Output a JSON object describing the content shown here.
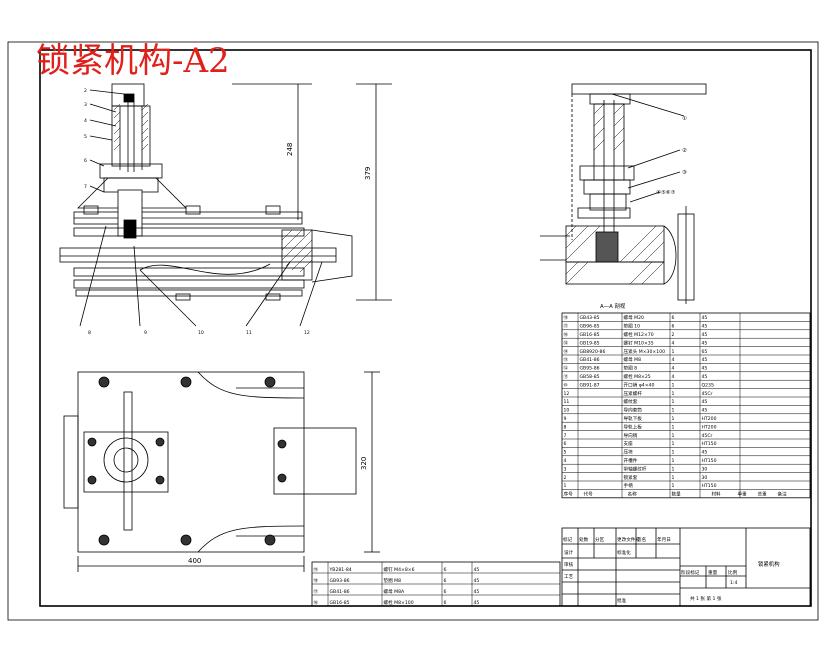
{
  "title": "锁紧机构-A2",
  "dimensions": {
    "d248": "248",
    "d379": "379",
    "d320": "320",
    "d400": "400"
  },
  "leaders_top": [
    "2",
    "3",
    "4",
    "5",
    "6",
    "7"
  ],
  "leaders_bottom": [
    "8",
    "9",
    "10",
    "11",
    "12"
  ],
  "side_balloons": [
    "①",
    "②",
    "③",
    "④⑤⑥⑦"
  ],
  "section_label": "A—A 剖视",
  "bom_main": [
    {
      "no": "⑱",
      "code": "GB43-85",
      "name": "螺母 M20",
      "qty": "6",
      "mat": "45"
    },
    {
      "no": "⑰",
      "code": "GB96-85",
      "name": "垫圈 10",
      "qty": "6",
      "mat": "45"
    },
    {
      "no": "⑯",
      "code": "GB16-85",
      "name": "螺栓 M12×70",
      "qty": "2",
      "mat": "45"
    },
    {
      "no": "⑮",
      "code": "GB19-85",
      "name": "螺钉 M10×35",
      "qty": "4",
      "mat": "45"
    },
    {
      "no": "⑭",
      "code": "GB8920-86",
      "name": "压紧头 M×30×100",
      "qty": "1",
      "mat": "65"
    },
    {
      "no": "⑬",
      "code": "GB41-86",
      "name": "螺母 M8",
      "qty": "4",
      "mat": "45"
    },
    {
      "no": "⑫",
      "code": "GB95-86",
      "name": "垫圈 8",
      "qty": "4",
      "mat": "45"
    },
    {
      "no": "⑪",
      "code": "GB58-85",
      "name": "螺栓 M8×25",
      "qty": "4",
      "mat": "45"
    },
    {
      "no": "⑩",
      "code": "GB91-87",
      "name": "开口销 φ4×40",
      "qty": "1",
      "mat": "Q235"
    },
    {
      "no": "12",
      "code": "",
      "name": "压紧螺杆",
      "qty": "1",
      "mat": "45Cr"
    },
    {
      "no": "11",
      "code": "",
      "name": "螺纹套",
      "qty": "1",
      "mat": "45"
    },
    {
      "no": "10",
      "code": "",
      "name": "导向套筒",
      "qty": "1",
      "mat": "45"
    },
    {
      "no": "9",
      "code": "",
      "name": "导轨下板",
      "qty": "1",
      "mat": "HT200"
    },
    {
      "no": "8",
      "code": "",
      "name": "导轨上板",
      "qty": "1",
      "mat": "HT200"
    },
    {
      "no": "7",
      "code": "",
      "name": "导向销",
      "qty": "1",
      "mat": "45Cr"
    },
    {
      "no": "6",
      "code": "",
      "name": "支座",
      "qty": "1",
      "mat": "HT150"
    },
    {
      "no": "5",
      "code": "",
      "name": "压块",
      "qty": "1",
      "mat": "45"
    },
    {
      "no": "4",
      "code": "",
      "name": "开槽件",
      "qty": "1",
      "mat": "HT150"
    },
    {
      "no": "3",
      "code": "",
      "name": "带轴螺纹杆",
      "qty": "1",
      "mat": "30"
    },
    {
      "no": "2",
      "code": "",
      "name": "锁紧套",
      "qty": "1",
      "mat": "30"
    },
    {
      "no": "1",
      "code": "",
      "name": "手柄",
      "qty": "1",
      "mat": "HT150"
    }
  ],
  "bom_main_header": [
    "序号",
    "代号",
    "名称",
    "数量",
    "材料",
    "单重",
    "总重",
    "备注"
  ],
  "bom_lower": [
    {
      "no": "⑲",
      "code": "YB281-84",
      "name": "螺钉 M4×8×6",
      "qty": "6",
      "mat": "45"
    },
    {
      "no": "⑱",
      "code": "GB93-86",
      "name": "垫圈 M8",
      "qty": "6",
      "mat": "45"
    },
    {
      "no": "⑰",
      "code": "GB41-86",
      "name": "螺母 M8A",
      "qty": "6",
      "mat": "45"
    },
    {
      "no": "⑯",
      "code": "GB16-85",
      "name": "螺栓 M8×100",
      "qty": "6",
      "mat": "45"
    }
  ],
  "title_block": {
    "drawing_name": "锁紧机构",
    "scale": "1:4",
    "sheets": "共 1 张 第 1 张",
    "rows": [
      "设计",
      "标准化",
      "审核",
      "工艺",
      "批准"
    ],
    "header": [
      "标记",
      "处数",
      "分区",
      "更改文件号",
      "签名",
      "年月日"
    ],
    "stage": [
      "阶段标记",
      "重量",
      "比例"
    ]
  }
}
